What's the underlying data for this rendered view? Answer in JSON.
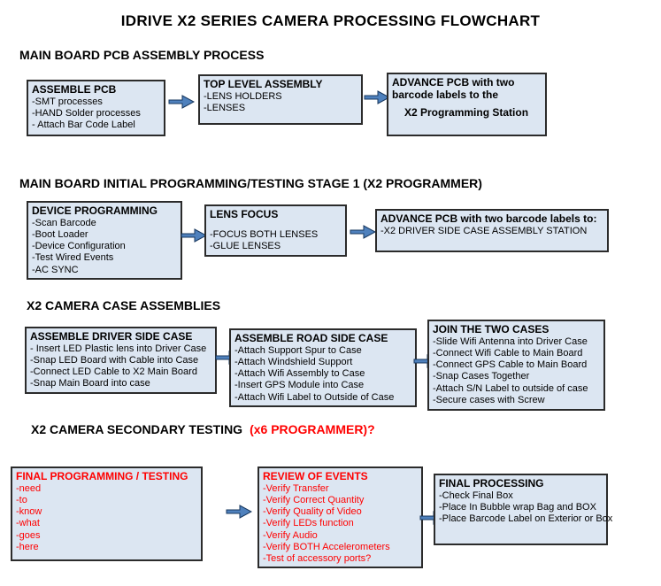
{
  "title": "IDRIVE X2  SERIES CAMERA PROCESSING FLOWCHART",
  "colors": {
    "box_fill": "#dce6f2",
    "box_border": "#2b2b2b",
    "arrow_fill": "#4f81bd",
    "arrow_outline": "#17375e",
    "alert_red": "#ff0000"
  },
  "sections": [
    {
      "heading": "MAIN BOARD PCB ASSEMBLY PROCESS",
      "boxes": [
        {
          "title": "ASSEMBLE PCB",
          "lines": [
            "-SMT processes",
            "-HAND Solder processes",
            "- Attach Bar Code Label"
          ]
        },
        {
          "title": "TOP LEVEL ASSEMBLY",
          "lines": [
            "-LENS HOLDERS",
            "-LENSES"
          ]
        },
        {
          "title": "ADVANCE PCB with two barcode labels to the",
          "lines": [
            "X2 Programming Station"
          ]
        }
      ]
    },
    {
      "heading": "MAIN BOARD INITIAL PROGRAMMING/TESTING STAGE 1 (X2 PROGRAMMER)",
      "boxes": [
        {
          "title": "DEVICE PROGRAMMING",
          "lines": [
            "-Scan Barcode",
            "-Boot Loader",
            "-Device Configuration",
            "-Test Wired Events",
            "-AC SYNC"
          ]
        },
        {
          "title": "LENS FOCUS",
          "lines": [
            "-FOCUS BOTH LENSES",
            "-GLUE LENSES"
          ]
        },
        {
          "title": "ADVANCE PCB with two barcode labels to:",
          "lines": [
            "-X2 DRIVER  SIDE  CASE  ASSEMBLY STATION"
          ]
        }
      ]
    },
    {
      "heading": "X2 CAMERA CASE ASSEMBLIES",
      "boxes": [
        {
          "title": "ASSEMBLE DRIVER SIDE CASE",
          "lines": [
            "- Insert LED Plastic lens into Driver Case",
            "-Snap LED Board with Cable into Case",
            "-Connect LED Cable to X2 Main Board",
            "-Snap Main Board into case"
          ]
        },
        {
          "title": "ASSEMBLE ROAD SIDE CASE",
          "lines": [
            "-Attach Support Spur to Case",
            "-Attach Windshield Support",
            "-Attach Wifi Assembly to Case",
            "-Insert GPS Module into Case",
            "-Attach Wifi Label to Outside of Case"
          ]
        },
        {
          "title": "JOIN THE TWO CASES",
          "lines": [
            "-Slide Wifi Antenna into Driver Case",
            "-Connect Wifi Cable to Main Board",
            "-Connect GPS Cable to Main Board",
            "-Snap Cases Together",
            "-Attach S/N Label to outside of case",
            "-Secure cases with Screw"
          ]
        }
      ]
    },
    {
      "heading": "X2 CAMERA SECONDARY TESTING",
      "heading_suffix": "(x6 PROGRAMMER)?",
      "boxes": [
        {
          "title": "FINAL PROGRAMMING / TESTING",
          "lines": [
            "-need",
            "-to",
            "-know",
            "-what",
            "-goes",
            "-here"
          ]
        },
        {
          "title": "REVIEW OF EVENTS",
          "lines": [
            "-Verify Transfer",
            "-Verify Correct Quantity",
            "-Verify Quality of Video",
            "-Verify LEDs function",
            "-Verify Audio",
            "-Verify BOTH Accelerometers",
            "-Test of accessory ports?"
          ]
        },
        {
          "title": "FINAL PROCESSING",
          "lines": [
            "-Check Final Box",
            "-Place In Bubble wrap Bag and BOX",
            "-Place Barcode Label on Exterior or Box"
          ]
        }
      ]
    }
  ]
}
